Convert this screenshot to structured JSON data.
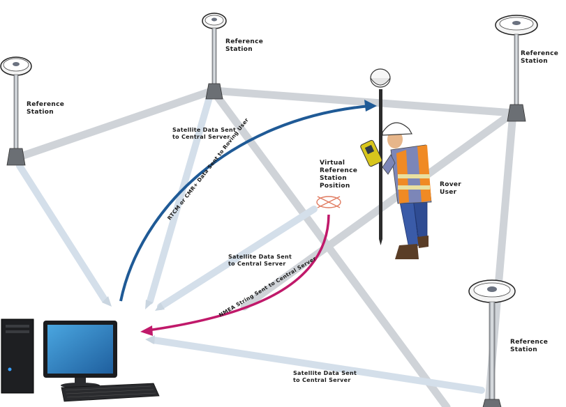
{
  "labels": {
    "ref_station_top": "Reference\nStation",
    "ref_station_left": "Reference\nStation",
    "ref_station_right": "Reference\nStation",
    "ref_station_bottom_right": "Reference\nStation",
    "sat_data_top": "Satellite Data Sent\nto Central Server",
    "sat_data_middle": "Satellite Data Sent\nto Central Server",
    "sat_data_bottom": "Satellite Data Sent\nto Central Server",
    "virtual_reference": "Virtual\nReference\nStation\nPosition",
    "rover_user": "Rover\nUser",
    "rtcm_arrow": "RTCM or CMR+ Data Sent to Roving User",
    "nmea_arrow": "NMEA String Sent to Central Server"
  },
  "colors": {
    "network_line": "#cfd3d8",
    "beam": "#d7e2ec",
    "rtcm_arrow": "#1f5a96",
    "nmea_arrow": "#c0196a",
    "vrs_marker": "#e07a5f"
  },
  "icons": {
    "antenna": "gnss-antenna-icon",
    "computer": "central-server-computer-icon",
    "rover": "rover-surveyor-icon",
    "vrs": "virtual-station-cross-icon"
  }
}
